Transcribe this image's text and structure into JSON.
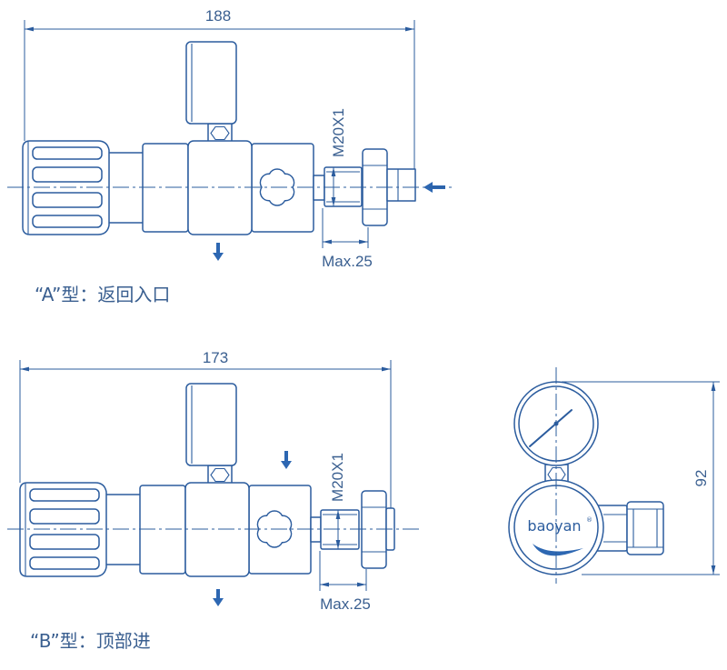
{
  "colors": {
    "line": "#2b5c9e",
    "text": "#3a5f90",
    "arrow": "#2d67b2"
  },
  "type_a": {
    "overall_length": "188",
    "thread": "M20X1",
    "max_label": "Max.25",
    "caption": "“A”型：返回入口"
  },
  "type_b": {
    "overall_length": "173",
    "thread": "M20X1",
    "max_label": "Max.25",
    "caption": "“B”型：顶部进"
  },
  "front_view": {
    "height": "92",
    "logo": "baoyan",
    "registered_mark": "®"
  },
  "icons": {
    "flow_arrow": "arrow-icon",
    "gauge": "pressure-gauge-icon"
  }
}
